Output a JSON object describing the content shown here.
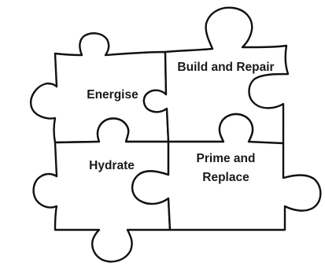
{
  "pieces": [
    {
      "label_lines": [
        "Energise"
      ]
    },
    {
      "label_lines": [
        "Build and Repair"
      ]
    },
    {
      "label_lines": [
        "Hydrate"
      ]
    },
    {
      "label_lines": [
        "Prime and",
        "Replace"
      ]
    }
  ],
  "colors": {
    "outline": "#111111",
    "fill": "#ffffff",
    "text": "#1a1a1a"
  }
}
